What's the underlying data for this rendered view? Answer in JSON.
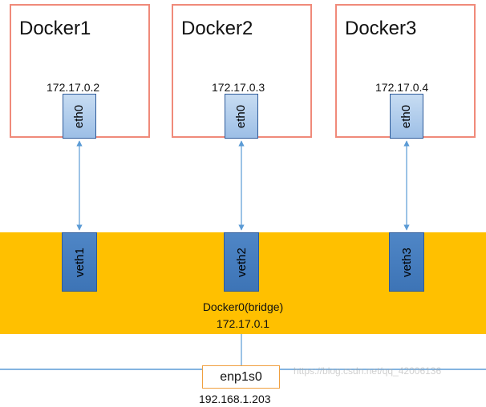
{
  "containers": [
    {
      "title": "Docker1",
      "ip": "172.17.0.2",
      "iface": "eth0",
      "veth": "veth1"
    },
    {
      "title": "Docker2",
      "ip": "172.17.0.3",
      "iface": "eth0",
      "veth": "veth2"
    },
    {
      "title": "Docker3",
      "ip": "172.17.0.4",
      "iface": "eth0",
      "veth": "veth3"
    }
  ],
  "bridge": {
    "name": "Docker0(bridge)",
    "ip": "172.17.0.1"
  },
  "host": {
    "iface": "enp1s0",
    "ip": "192.168.1.203"
  },
  "watermark": "https://blog.csdn.net/qq_42006136",
  "colors": {
    "container_border": "#f08a7a",
    "bridge_fill": "#ffc000",
    "eth_fill": "#b2cdec",
    "veth_fill": "#4a80c0",
    "link_line": "#5b9bd5",
    "enp_border": "#f0a040"
  }
}
